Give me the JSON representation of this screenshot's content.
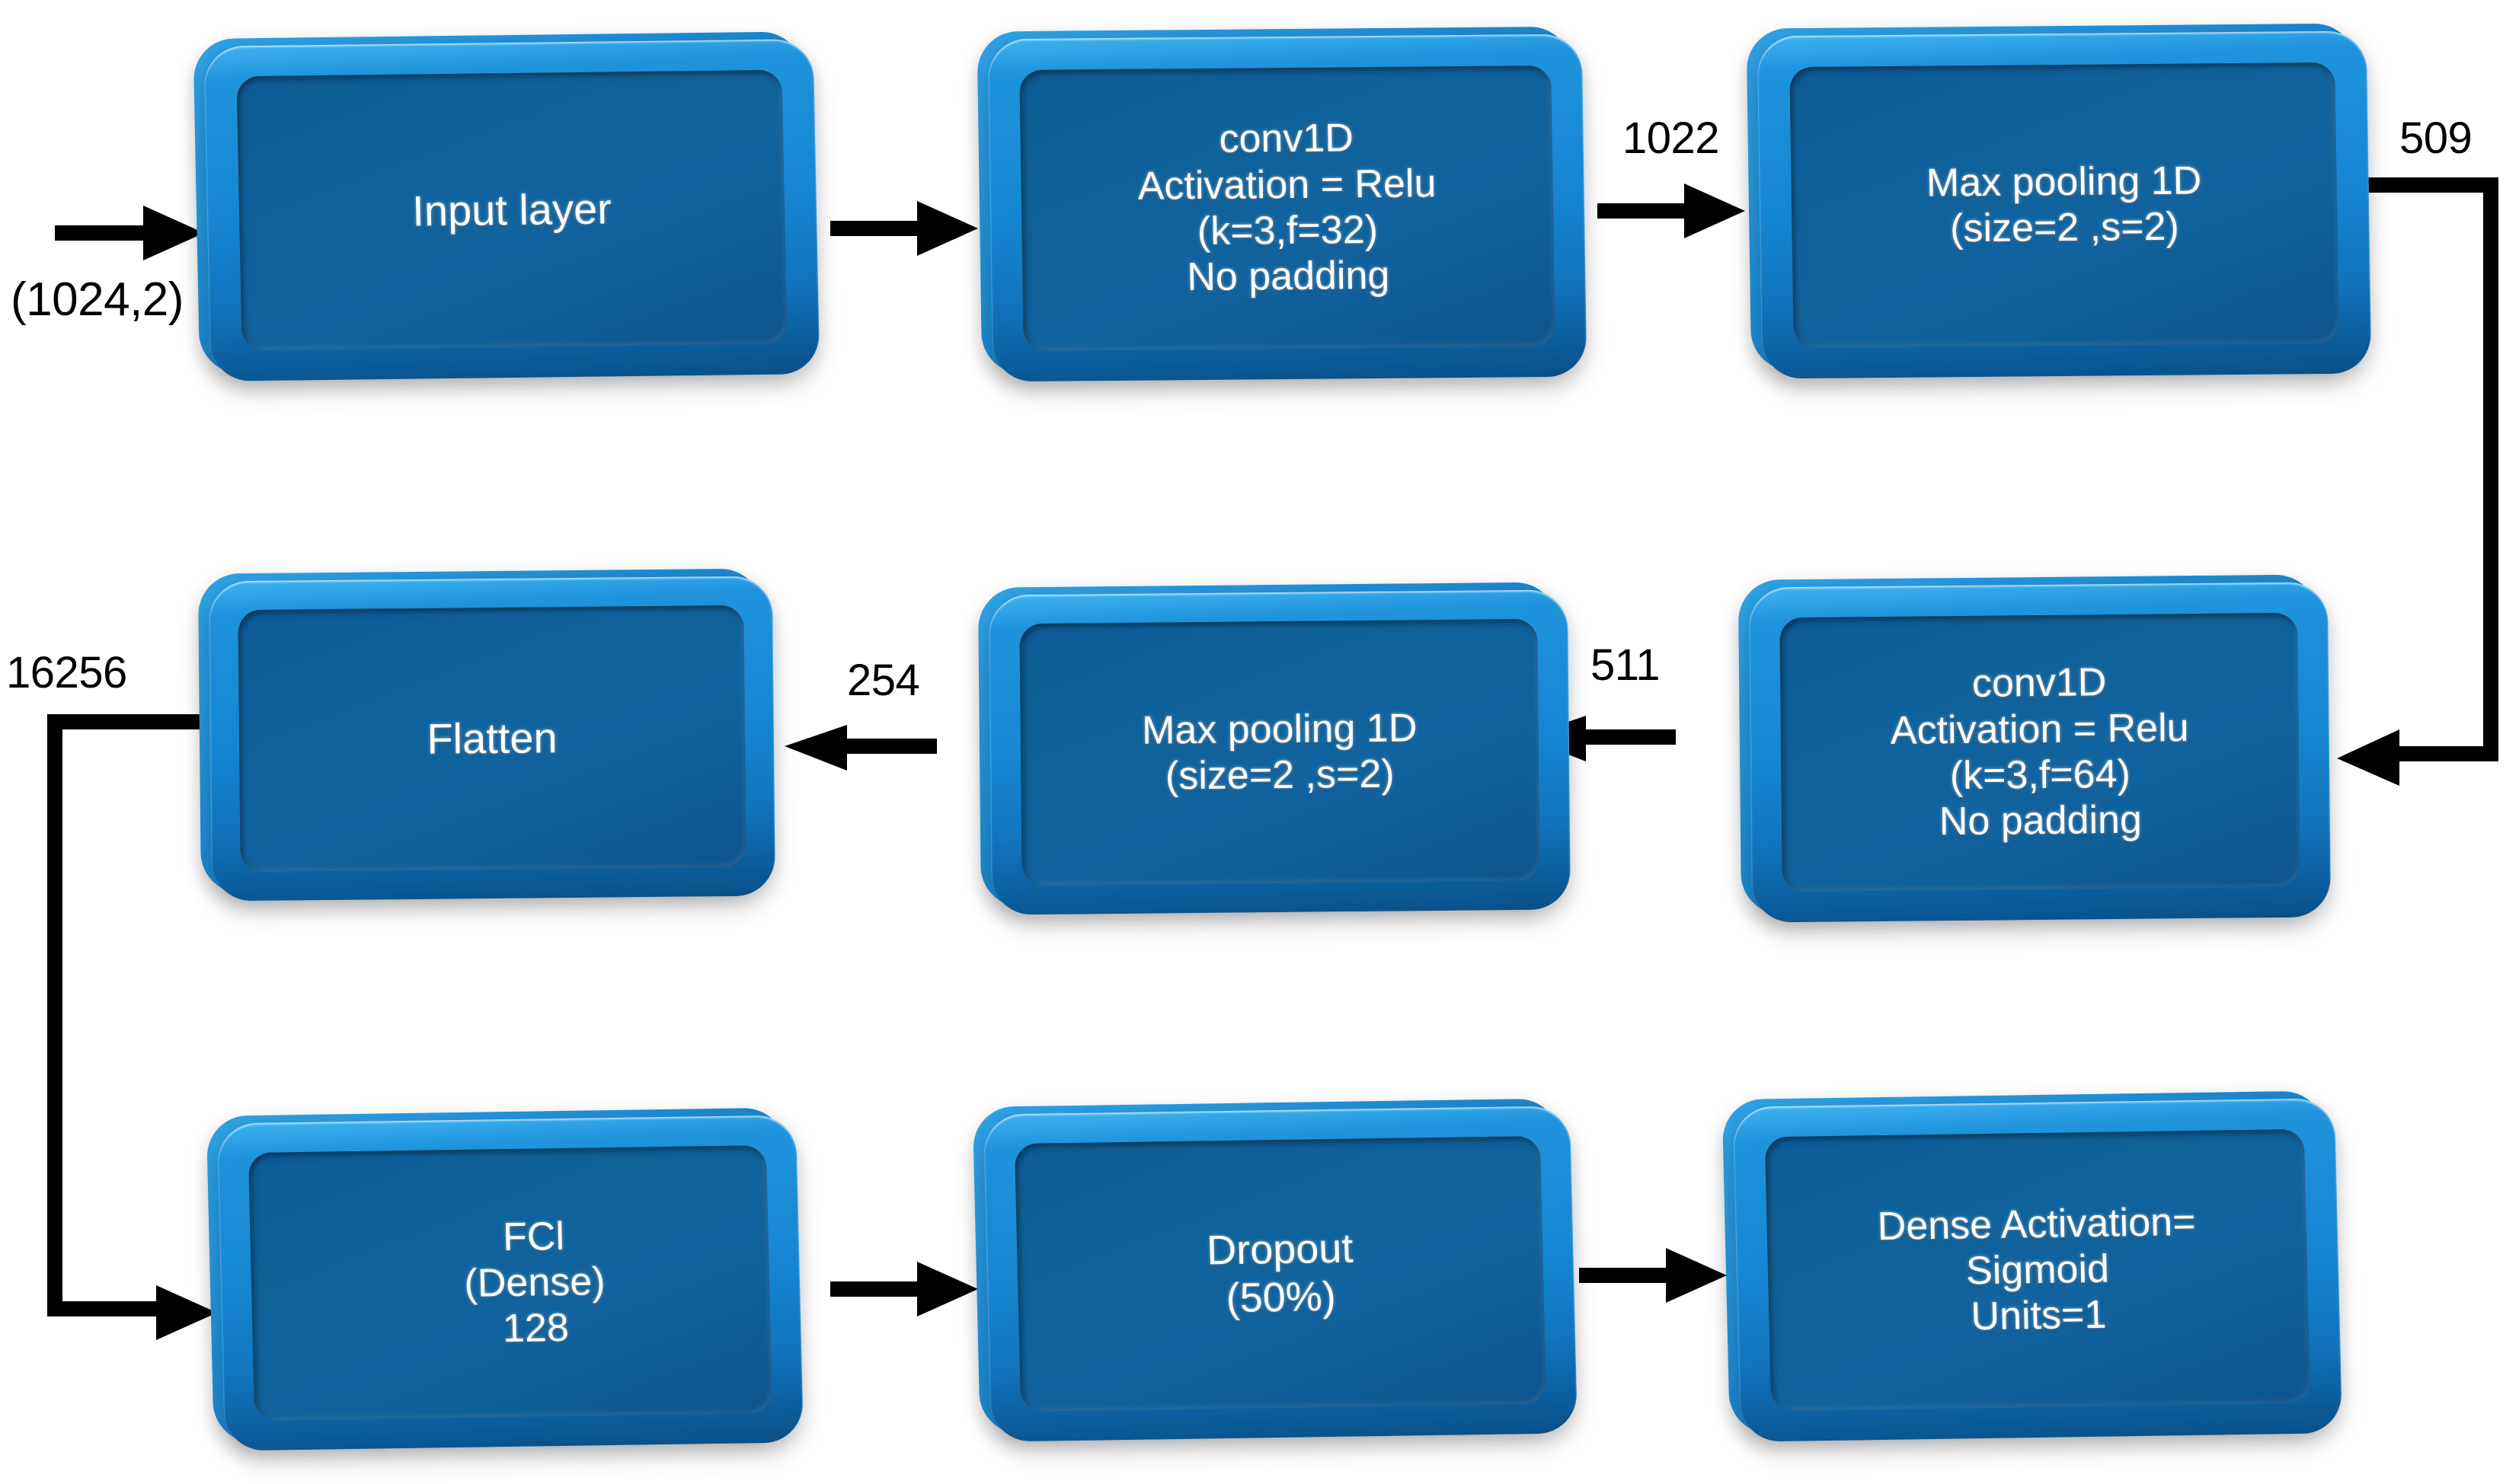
{
  "diagram": {
    "title": "1D CNN model architecture flowchart",
    "background_color": "#ffffff",
    "block_fill_color": "#11639f",
    "block_rim_color": "#1f93dc",
    "connector_color": "#000000"
  },
  "blocks": [
    {
      "id": "input-layer",
      "text": "Input layer"
    },
    {
      "id": "conv1d-32",
      "text": "conv1D\nActivation = Relu\n(k=3,f=32)\nNo padding"
    },
    {
      "id": "maxpool-1",
      "text": "Max pooling 1D\n(size=2 ,s=2)"
    },
    {
      "id": "conv1d-64",
      "text": "conv1D\nActivation = Relu\n(k=3,f=64)\nNo padding"
    },
    {
      "id": "maxpool-2",
      "text": "Max pooling 1D\n(size=2 ,s=2)"
    },
    {
      "id": "flatten",
      "text": "Flatten"
    },
    {
      "id": "fc-dense-128",
      "text": "FCl\n(Dense)\n128"
    },
    {
      "id": "dropout",
      "text": "Dropout\n(50%)"
    },
    {
      "id": "dense-sigmoid",
      "text": "Dense Activation=\nSigmoid\nUnits=1"
    }
  ],
  "edge_labels": {
    "input_shape": "(1024,2)",
    "conv1_to_pool1": "1022",
    "pool1_to_conv2": "509",
    "conv2_to_pool2": "511",
    "pool2_to_flatten": "254",
    "flatten_to_fc": "16256"
  },
  "flow": [
    {
      "from": "start",
      "to": "input-layer",
      "label": "(1024,2)"
    },
    {
      "from": "input-layer",
      "to": "conv1d-32",
      "label": ""
    },
    {
      "from": "conv1d-32",
      "to": "maxpool-1",
      "label": "1022"
    },
    {
      "from": "maxpool-1",
      "to": "conv1d-64",
      "label": "509"
    },
    {
      "from": "conv1d-64",
      "to": "maxpool-2",
      "label": "511"
    },
    {
      "from": "maxpool-2",
      "to": "flatten",
      "label": "254"
    },
    {
      "from": "flatten",
      "to": "fc-dense-128",
      "label": "16256"
    },
    {
      "from": "fc-dense-128",
      "to": "dropout",
      "label": ""
    },
    {
      "from": "dropout",
      "to": "dense-sigmoid",
      "label": ""
    }
  ]
}
